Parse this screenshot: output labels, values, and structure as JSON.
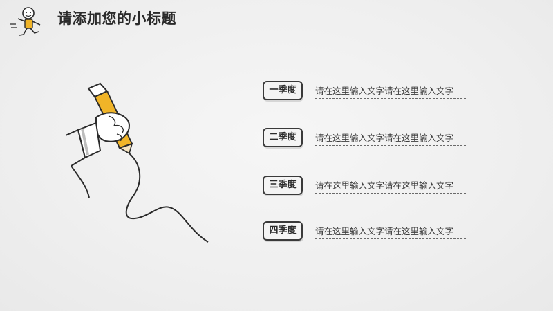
{
  "header": {
    "title": "请添加您的小标题"
  },
  "rows": [
    {
      "label": "一季度",
      "text": "请在这里输入文字请在这里输入文字"
    },
    {
      "label": "二季度",
      "text": "请在这里输入文字请在这里输入文字"
    },
    {
      "label": "三季度",
      "text": "请在这里输入文字请在这里输入文字"
    },
    {
      "label": "四季度",
      "text": "请在这里输入文字请在这里输入文字"
    }
  ],
  "colors": {
    "background": "#f1f1f1",
    "accent": "#f0b428",
    "ink": "#2b2b2b"
  }
}
